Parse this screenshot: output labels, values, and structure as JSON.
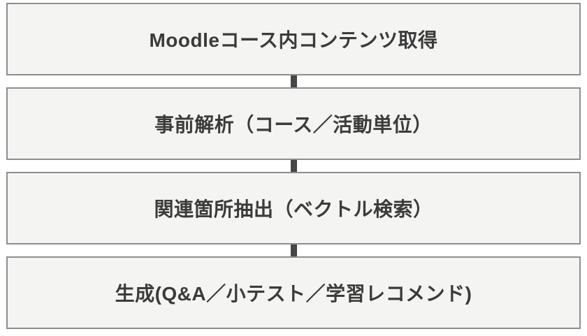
{
  "diagram": {
    "type": "vertical-flowchart",
    "colors": {
      "background": "#ffffff",
      "box_fill": "#f4f4f2",
      "box_border": "#8e8e8e",
      "text": "#3b3b3b",
      "connector": "#474747"
    },
    "steps": [
      {
        "label": "Moodleコース内コンテンツ取得"
      },
      {
        "label": "事前解析（コース／活動単位）"
      },
      {
        "label": "関連箇所抽出（ベクトル検索）"
      },
      {
        "label": "生成(Q&A／小テスト／学習レコメンド)"
      }
    ]
  }
}
